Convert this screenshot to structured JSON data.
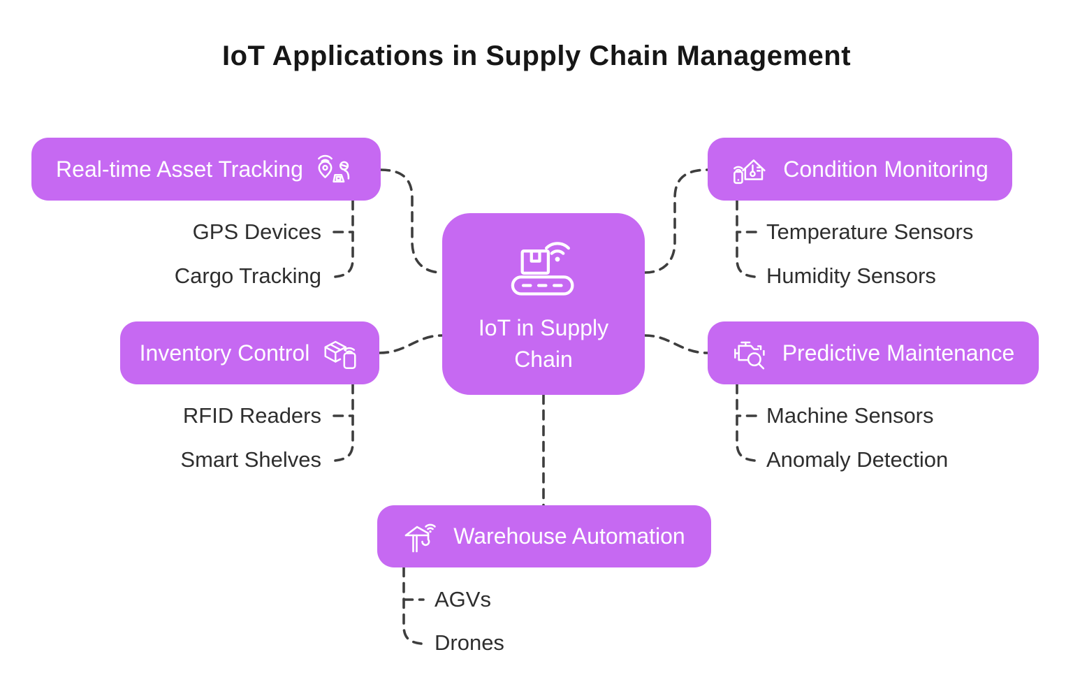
{
  "title": "IoT Applications in Supply Chain Management",
  "colors": {
    "node_fill": "#c669f2",
    "connector": "#3e3e3e",
    "leaf_text": "#2e2e2e",
    "title_text": "#161616",
    "node_text": "#ffffff"
  },
  "center": {
    "label": "IoT in Supply Chain",
    "icon": "conveyor-wifi-icon"
  },
  "branches": [
    {
      "label": "Real-time Asset Tracking",
      "icon": "asset-tracking-icon",
      "leaves": [
        "GPS Devices",
        "Cargo Tracking"
      ]
    },
    {
      "label": "Condition Monitoring",
      "icon": "condition-monitoring-icon",
      "leaves": [
        "Temperature Sensors",
        "Humidity Sensors"
      ]
    },
    {
      "label": "Inventory Control",
      "icon": "inventory-control-icon",
      "leaves": [
        "RFID Readers",
        "Smart Shelves"
      ]
    },
    {
      "label": "Predictive Maintenance",
      "icon": "predictive-maintenance-icon",
      "leaves": [
        "Machine Sensors",
        "Anomaly Detection"
      ]
    },
    {
      "label": "Warehouse Automation",
      "icon": "warehouse-automation-icon",
      "leaves": [
        "AGVs",
        "Drones"
      ]
    }
  ]
}
